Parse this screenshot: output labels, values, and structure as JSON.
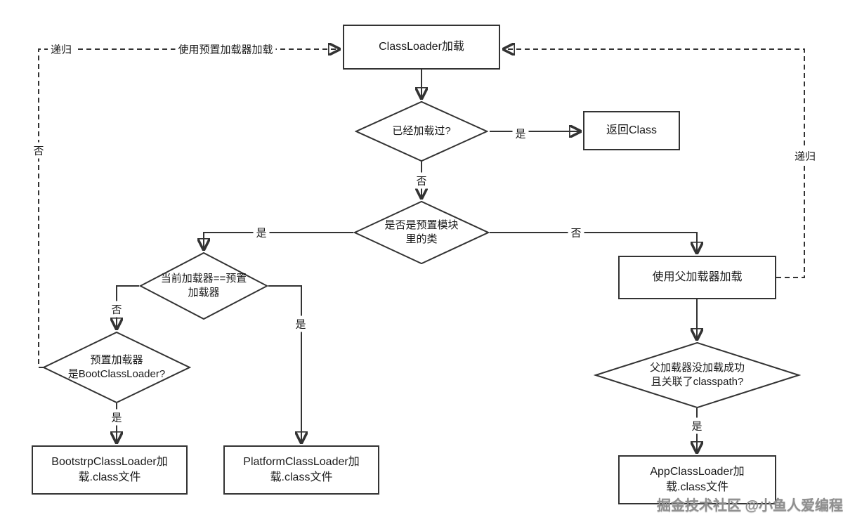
{
  "nodes": {
    "classloader_load": "ClassLoader加载",
    "already_loaded": "已经加载过?",
    "return_class": "返回Class",
    "is_preset_module": "是否是预置模块\n里的类",
    "current_eq_preset": "当前加载器==预置\n加载器",
    "preset_is_bootclassloader": "预置加载器\n是BootClassLoader?",
    "bootstrap_load": "BootstrpClassLoader加\n载.class文件",
    "platform_load": "PlatformClassLoader加\n载.class文件",
    "use_parent_loader": "使用父加载器加载",
    "parent_failed_classpath": "父加载器没加载成功\n且关联了classpath?",
    "app_load": "AppClassLoader加\n载.class文件"
  },
  "edge_labels": {
    "recursion_left": "递归",
    "use_preset_loader": "使用预置加载器加载",
    "no_left_recursion": "否",
    "yes_to_return": "是",
    "no_down": "否",
    "yes_left_branch": "是",
    "no_right_branch": "否",
    "no_to_bootcheck": "否",
    "yes_to_bootstrap": "是",
    "yes_to_platform": "是",
    "recursion_right": "递归",
    "yes_to_app": "是"
  },
  "watermark": "掘金技术社区 @小鱼人爱编程",
  "colors": {
    "line": "#333333",
    "node_border": "#333333",
    "node_fill": "#ffffff",
    "background": "#ffffff",
    "watermark": "#8f8f8f"
  }
}
